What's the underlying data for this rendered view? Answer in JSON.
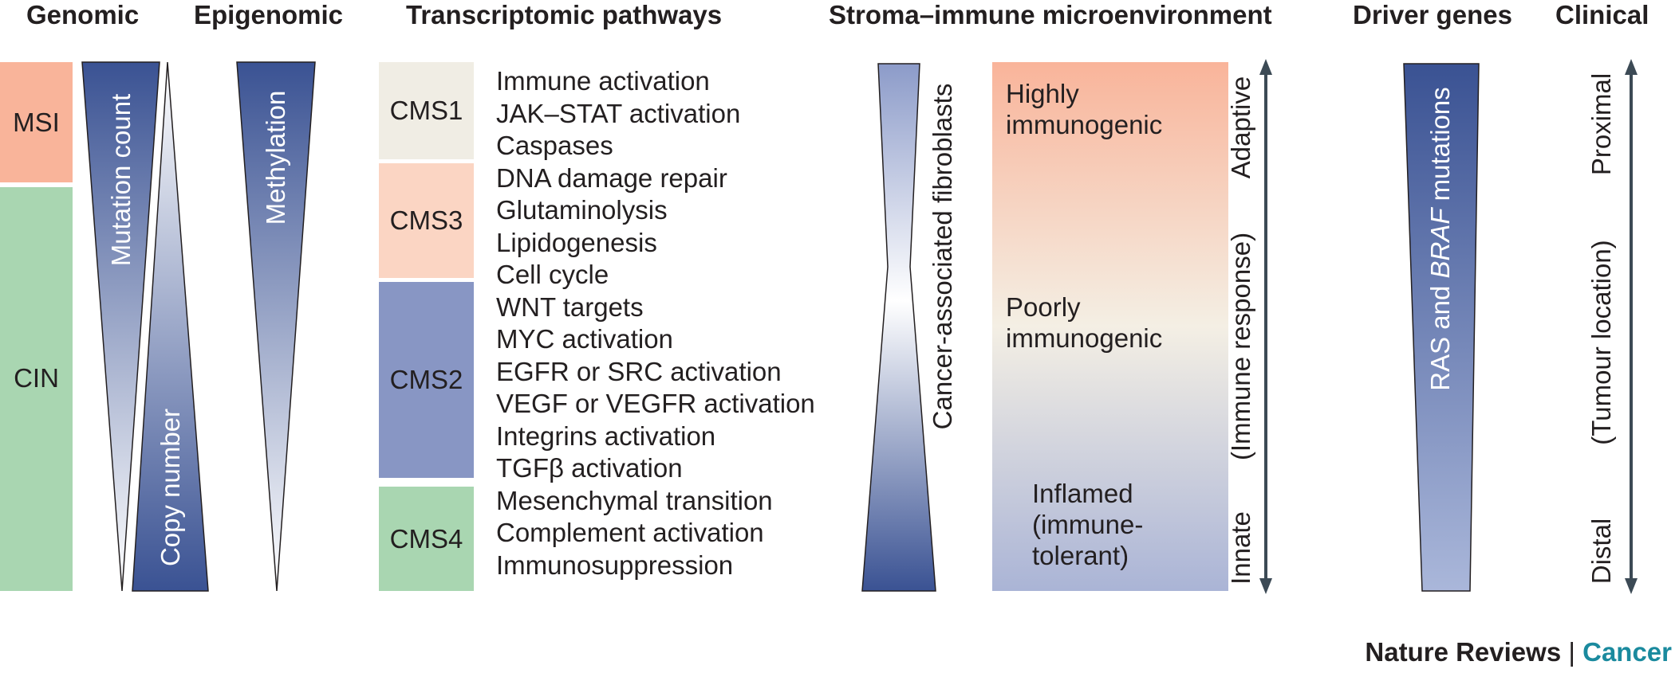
{
  "headers": {
    "genomic": "Genomic",
    "epigenomic": "Epigenomic",
    "transcriptomic": "Transcriptomic pathways",
    "stroma": "Stroma–immune microenvironment",
    "driver": "Driver genes",
    "clinical": "Clinical"
  },
  "genomic": {
    "msi": "MSI",
    "cin": "CIN",
    "mutation_count": "Mutation count",
    "copy_number": "Copy number"
  },
  "epigenomic": {
    "methylation": "Methylation"
  },
  "cms": {
    "cms1": "CMS1",
    "cms3": "CMS3",
    "cms2": "CMS2",
    "cms4": "CMS4"
  },
  "pathways": [
    "Immune activation",
    "JAK–STAT activation",
    "Caspases",
    "DNA damage repair",
    "Glutaminolysis",
    "Lipidogenesis",
    "Cell cycle",
    "WNT targets",
    "MYC activation",
    "EGFR or SRC activation",
    "VEGF or VEGFR activation",
    "Integrins activation",
    "TGFβ activation",
    "Mesenchymal transition",
    "Complement activation",
    "Immunosuppression"
  ],
  "stroma": {
    "caf": "Cancer-associated fibroblasts",
    "highly_1": "Highly",
    "highly_2": "immunogenic",
    "poorly_1": "Poorly",
    "poorly_2": "immunogenic",
    "inflamed_1": "Inflamed",
    "inflamed_2": "(immune-",
    "inflamed_3": "tolerant)",
    "adaptive": "Adaptive",
    "immune_response": "(Immune response)",
    "innate": "Innate"
  },
  "driver": {
    "prefix": "RAS and ",
    "gene": "BRAF",
    "suffix": " mutations"
  },
  "clinical": {
    "proximal": "Proximal",
    "tumour_location": "(Tumour location)",
    "distal": "Distal"
  },
  "footer": {
    "journal": "Nature Reviews",
    "separator": " | ",
    "section": "Cancer"
  },
  "colors": {
    "salmon": "#f9b49a",
    "green": "#a9d6b1",
    "cream": "#f0ede4",
    "peach": "#fbd5c3",
    "blue": "#8896c4",
    "dark_blue": "#3a5293",
    "arrow": "#3c4a55",
    "teal": "#1a8a9e"
  }
}
